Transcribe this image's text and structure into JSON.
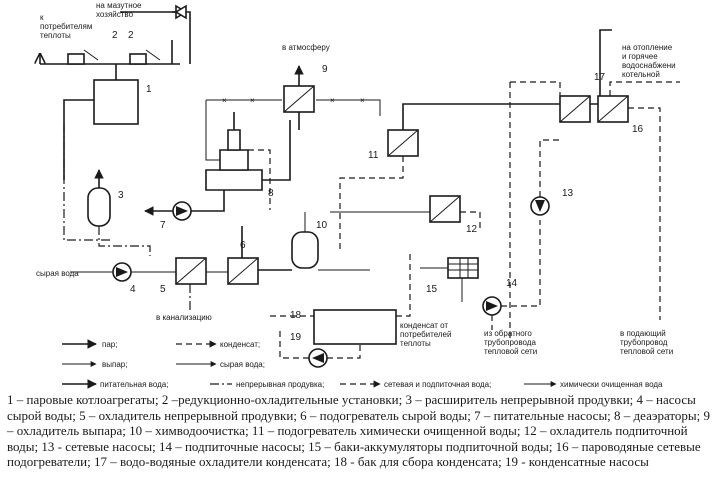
{
  "labels": {
    "to_consumers": "к\nпотребителям\nтеплоты",
    "to_fuel_oil": "на мазутное\nхозяйство",
    "to_atmosphere": "в атмосферу",
    "to_heating": "на отопление\nи горячее\nводоснабжени\nкотельной",
    "raw_water": "сырая вода",
    "to_sewer": "в канализацию",
    "condensate_from": "конденсат от\nпотребителей\nтеплоты",
    "from_return": "из обратного\nтрубопровода\nтепловой сети",
    "to_supply": "в подающий\nтрубопровод\nтепловой сети"
  },
  "numbers": [
    "1",
    "2",
    "2",
    "3",
    "4",
    "5",
    "6",
    "7",
    "8",
    "9",
    "10",
    "11",
    "12",
    "13",
    "14",
    "15",
    "16",
    "17",
    "18",
    "19"
  ],
  "legend": {
    "steam": "пар;",
    "condensate": "конденсат;",
    "exhaust": "выпар;",
    "raw_water": "сырая вода;",
    "feed_water": "питательная вода;",
    "blowdown": "непрерывная продувка;",
    "network_water": "сетевая и подпиточная вода;",
    "treated_water": "химически очищенная вода"
  },
  "caption": "1 – паровые котлоагрегаты; 2 –редукционно-охладительные установки; 3 – расширитель непрерывной продувки; 4 – насосы сырой воды; 5 – охладитель непрерывной продувки; 6 – подогреватель сырой воды; 7 – питательные насосы; 8 – деаэраторы; 9 – охладитель выпара; 10 – химводоочистка; 11 – подогреватель химически очищенной воды; 12 – охладитель подпиточной воды; 13 - сетевые насосы; 14 – подпиточные насосы; 15 – баки-аккумуляторы подпиточной воды; 16 – пароводяные сетевые подогреватели; 17 – водо-водяные охладители конденсата; 18 - бак для сбора конденсата; 19 - конденсатные насосы"
}
